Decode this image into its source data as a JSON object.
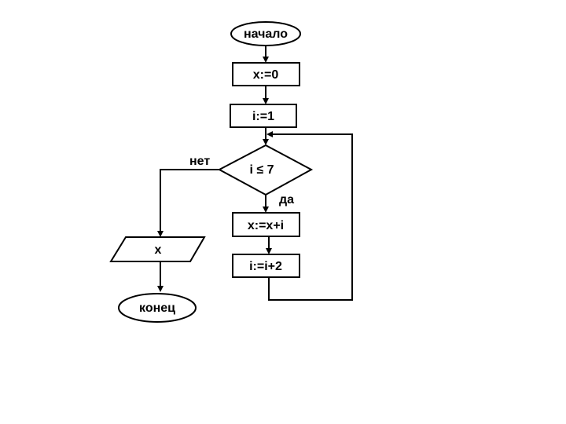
{
  "diagram": {
    "nodes": {
      "start": {
        "text": "начало",
        "shape": "terminator"
      },
      "init_x": {
        "text": "x:=0",
        "shape": "process"
      },
      "init_i": {
        "text": "i:=1",
        "shape": "process"
      },
      "condition": {
        "text": "i ≤ 7",
        "shape": "decision"
      },
      "add": {
        "text": "x:=x+i",
        "shape": "process"
      },
      "increment": {
        "text": "i:=i+2",
        "shape": "process"
      },
      "output": {
        "text": "x",
        "shape": "input-output"
      },
      "end": {
        "text": "конец",
        "shape": "terminator"
      }
    },
    "edges": {
      "yes_label": "да",
      "no_label": "нет"
    }
  }
}
